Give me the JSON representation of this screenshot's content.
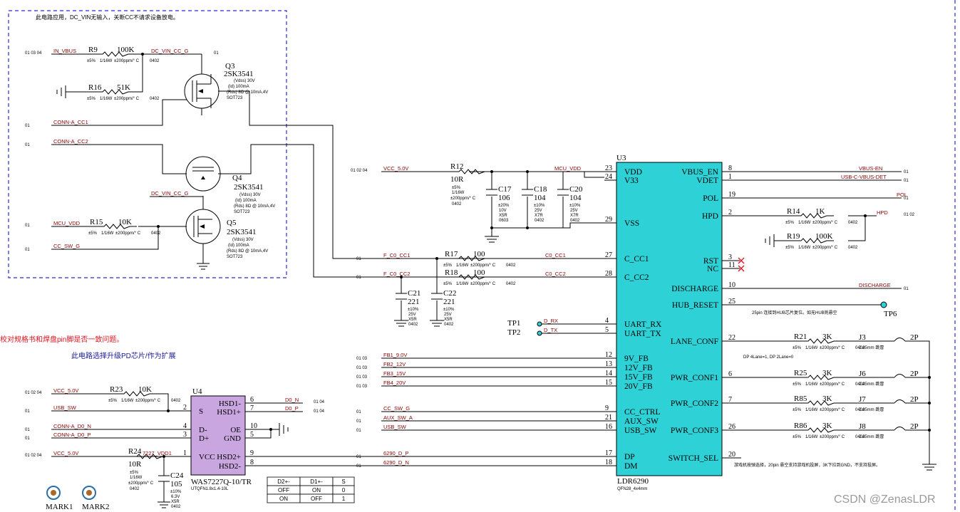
{
  "notes": {
    "top_note": "此电路应用，DC_VIN无输入，关断CC不请求设备放电。",
    "red_note": "校对规格书和焊盘pin脚是否一致问题。",
    "blue_note": "此电路选择升级PD芯片/作为扩展",
    "hub_note": "25pin 连接到HUB芯片复位。如无HUB则悬空",
    "dp_note": "DP 4Lane=1, DP 2Lane=0",
    "switch_note": "游戏机按弹选择，20pin 悬空支持游戏机投屏，3K下拉到GND，不支持投屏。"
  },
  "watermark": "CSDN @ZenasLDR",
  "u3": {
    "ref": "U3",
    "part": "LDR6290",
    "pkg": "QFN28_4x4mm",
    "left_pins": [
      {
        "num": "23",
        "name": "VDD"
      },
      {
        "num": "24",
        "name": "V33"
      },
      {
        "num": "29",
        "name": "VSS"
      },
      {
        "num": "27",
        "name": "C_CC1"
      },
      {
        "num": "28",
        "name": "C_CC2"
      },
      {
        "num": "4",
        "name": "UART_RX"
      },
      {
        "num": "5",
        "name": "UART_TX"
      },
      {
        "num": "12",
        "name": "9V_FB"
      },
      {
        "num": "13",
        "name": "12V_FB"
      },
      {
        "num": "14",
        "name": "15V_FB"
      },
      {
        "num": "15",
        "name": "20V_FB"
      },
      {
        "num": "9",
        "name": "CC_CTRL"
      },
      {
        "num": "21",
        "name": "AUX_SW"
      },
      {
        "num": "16",
        "name": "USB_SW"
      },
      {
        "num": "17",
        "name": "DP"
      },
      {
        "num": "18",
        "name": "DM"
      }
    ],
    "right_pins": [
      {
        "num": "8",
        "name": "VBUS_EN"
      },
      {
        "num": "1",
        "name": "VDET"
      },
      {
        "num": "19",
        "name": "POL"
      },
      {
        "num": "2",
        "name": "HPD"
      },
      {
        "num": "3",
        "name": "RST"
      },
      {
        "num": "11",
        "name": "NC"
      },
      {
        "num": "10",
        "name": "DISCHARGE"
      },
      {
        "num": "25",
        "name": "HUB_RESET"
      },
      {
        "num": "22",
        "name": "LANE_CONF"
      },
      {
        "num": "6",
        "name": "PWR_CONF1"
      },
      {
        "num": "7",
        "name": "PWR_CONF2"
      },
      {
        "num": "26",
        "name": "PWR_CONF3"
      },
      {
        "num": "20",
        "name": "SWITCH_SEL"
      }
    ]
  },
  "u4": {
    "ref": "U4",
    "part": "WAS7227Q-10/TR",
    "pkg": "UTQFN1.8x1.4-10L",
    "left_pins": [
      {
        "num": "2",
        "name": "S"
      },
      {
        "num": "4",
        "name": "D-"
      },
      {
        "num": "3",
        "name": "D+"
      },
      {
        "num": "1",
        "name": "VCC"
      }
    ],
    "right_pins": [
      {
        "num": "6",
        "name": "HSD1-"
      },
      {
        "num": "7",
        "name": "HSD1+"
      },
      {
        "num": "10",
        "name": "OE"
      },
      {
        "num": "5",
        "name": "GND"
      },
      {
        "num": "9",
        "name": "HSD2+"
      },
      {
        "num": "8",
        "name": "HSD2-"
      }
    ]
  },
  "mosfets": [
    {
      "ref": "Q3",
      "part": "2SK3541",
      "vdss": "(Vdss) 30V",
      "id": "(Id) 100mA",
      "rds": "(Rds) 8Ω @ 10mA,4V",
      "pkg": "SOT723",
      "page": "01"
    },
    {
      "ref": "Q4",
      "part": "2SK3541",
      "vdss": "(Vdss) 30V",
      "id": "(Id) 100mA",
      "rds": "(Rds) 8Ω @ 10mA,4V",
      "pkg": "SOT723"
    },
    {
      "ref": "Q5",
      "part": "2SK3541",
      "vdss": "(Vdss) 30V",
      "id": "(Id) 100mA",
      "rds": "(Rds) 8Ω @ 10mA,4V",
      "pkg": "SOT723"
    }
  ],
  "resistors": {
    "R9": {
      "ref": "R9",
      "val": "100K",
      "tol": "±5%",
      "pw": "1/16W",
      "tc": "±200ppm/° C",
      "pkg": "0402"
    },
    "R16": {
      "ref": "R16",
      "val": "51K",
      "tol": "±5%",
      "pw": "1/16W",
      "tc": "±200ppm/° C",
      "pkg": "0402"
    },
    "R15": {
      "ref": "R15",
      "val": "10K",
      "tol": "±5%",
      "pw": "1/16W",
      "tc": "±200ppm/° C",
      "pkg": "0402"
    },
    "R12": {
      "ref": "R12",
      "val": "10R",
      "tol": "±5%",
      "pw": "1/16W",
      "tc": "±200ppm/° C",
      "pkg": "0402"
    },
    "R17": {
      "ref": "R17",
      "val": "100",
      "tol": "±5%",
      "pw": "1/16W",
      "tc": "±200ppm/° C",
      "pkg": "0402"
    },
    "R18": {
      "ref": "R18",
      "val": "100",
      "tol": "±5%",
      "pw": "1/16W",
      "tc": "±200ppm/° C",
      "pkg": "0402"
    },
    "R14": {
      "ref": "R14",
      "val": "1K",
      "tol": "±5%",
      "pw": "1/16W",
      "tc": "±200ppm/° C",
      "pkg": "0402"
    },
    "R19": {
      "ref": "R19",
      "val": "100K",
      "tol": "±5%",
      "pw": "1/16W",
      "tc": "±200ppm/° C",
      "pkg": "0402"
    },
    "R21": {
      "ref": "R21",
      "val": "3K",
      "tol": "±5%",
      "pw": "1/16W",
      "tc": "±200ppm/° C",
      "pkg": "0402"
    },
    "R25": {
      "ref": "R25",
      "val": "3K",
      "tol": "±5%",
      "pw": "1/16W",
      "tc": "±200ppm/° C",
      "pkg": "0402"
    },
    "R85": {
      "ref": "R85",
      "val": "3K",
      "tol": "±5%",
      "pw": "1/16W",
      "tc": "±200ppm/° C",
      "pkg": "0402"
    },
    "R86": {
      "ref": "R86",
      "val": "3K",
      "tol": "±5%",
      "pw": "1/16W",
      "tc": "±200ppm/° C",
      "pkg": "0402"
    },
    "R23": {
      "ref": "R23",
      "val": "10K",
      "tol": "±5%",
      "pw": "1/16W",
      "tc": "±200ppm/° C",
      "pkg": "0402"
    },
    "R24": {
      "ref": "R24",
      "val": "10R",
      "tol": "±5%",
      "pw": "1/16W",
      "tc": "±200ppm/° C",
      "pkg": "0402"
    }
  },
  "capacitors": {
    "C17": {
      "ref": "C17",
      "val": "106",
      "tol": "±20%",
      "v": "10V",
      "d": "X5R",
      "pkg": "0603"
    },
    "C18": {
      "ref": "C18",
      "val": "104",
      "tol": "±10%",
      "v": "25V",
      "d": "X7R",
      "pkg": "0402"
    },
    "C20": {
      "ref": "C20",
      "val": "104",
      "tol": "±10%",
      "v": "25V",
      "d": "X7R",
      "pkg": "0402"
    },
    "C21": {
      "ref": "C21",
      "val": "221",
      "tol": "±10%",
      "v": "25V",
      "d": "X5R",
      "pkg": "0402"
    },
    "C22": {
      "ref": "C22",
      "val": "221",
      "tol": "±10%",
      "v": "25V",
      "d": "X5R",
      "pkg": "0402"
    },
    "C24": {
      "ref": "C24",
      "val": "105",
      "tol": "±10%",
      "v": "6.3V",
      "d": "X5R",
      "pkg": "0402"
    }
  },
  "jumpers": {
    "J3": {
      "ref": "J3",
      "pins": "2P",
      "desc": "2.45mm 跳冒"
    },
    "J6": {
      "ref": "J6",
      "pins": "2P",
      "desc": "2.45mm 跳冒"
    },
    "J7": {
      "ref": "J7",
      "pins": "2P",
      "desc": "2.45mm 跳冒"
    },
    "J8": {
      "ref": "J8",
      "pins": "2P",
      "desc": "2.45mm 跳冒"
    }
  },
  "tps": {
    "tp1": "TP1",
    "tp2": "TP2",
    "tp6": "TP6",
    "mark1": "MARK1",
    "mark2": "MARK2"
  },
  "nets": {
    "in_vbus": "IN_VBUS",
    "dc_vin_cc_g": "DC_VIN_CC_G",
    "conn_a_cc1": "CONN-A_CC1",
    "conn_a_cc2": "CONN-A_CC2",
    "mcu_vdd": "MCU_VDD",
    "cc_sw_g": "CC_SW_G",
    "vcc_5v": "VCC_5.0V",
    "f_c0_cc1": "F_C0_CC1",
    "f_c0_cc2": "F_C0_CC2",
    "c0_cc1": "C0_CC1",
    "c0_cc2": "C0_CC2",
    "d_rx": "D_RX",
    "d_tx": "D_TX",
    "fb1": "FB1_9.0V",
    "fb2": "FB2_12V",
    "fb3": "FB3_15V",
    "fb4": "FB4_20V",
    "cc_sw_g2": "CC_SW_G",
    "aux_sw_a": "AUX_SW_A",
    "usb_sw": "USB_SW",
    "d6290_p": "6290_D_P",
    "d6290_n": "6290_D_N",
    "vbus_en": "VBUS-EN",
    "usb_c_vbus_det": "USB-C-VBUS-DET",
    "pol": "POL",
    "hpd": "HPD",
    "discharge": "DISCHARGE",
    "d0_n": "D0_N",
    "d0_p": "D0_P",
    "conn_a_d0_n": "CONN-A_D0_N",
    "conn_a_d0_p": "CONN-A_D0_P",
    "vdd1": "7227_VDD1"
  },
  "sheet_refs": {
    "r010304": "01 03 04",
    "r01": "01",
    "r010204": "01 02 04",
    "r0102": "01 02",
    "r0104": "01 04",
    "r0103": "01 03"
  },
  "truth_table": {
    "headers": [
      "D2+-",
      "D1+-",
      "S"
    ],
    "rows": [
      [
        "OFF",
        "ON",
        "0"
      ],
      [
        "ON",
        "OFF",
        "1"
      ]
    ]
  }
}
